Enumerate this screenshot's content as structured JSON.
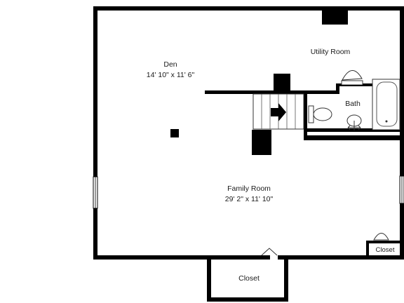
{
  "floor_plan": {
    "rooms": [
      {
        "id": "den",
        "name": "Den",
        "dimensions": "14' 10\" x 11' 6\""
      },
      {
        "id": "utility",
        "name": "Utility Room",
        "dimensions": ""
      },
      {
        "id": "bath",
        "name": "Bath",
        "dimensions": ""
      },
      {
        "id": "family",
        "name": "Family Room",
        "dimensions": "29' 2\" x 11' 10\""
      },
      {
        "id": "closet-small",
        "name": "Closet",
        "dimensions": ""
      },
      {
        "id": "closet-bottom",
        "name": "Closet",
        "dimensions": ""
      }
    ],
    "fixtures": [
      "water-heater",
      "toilet",
      "sink",
      "bathtub",
      "stairs",
      "support-post"
    ],
    "colors": {
      "wall": "#000000",
      "fixture_stroke": "#555555",
      "background": "#ffffff"
    }
  }
}
